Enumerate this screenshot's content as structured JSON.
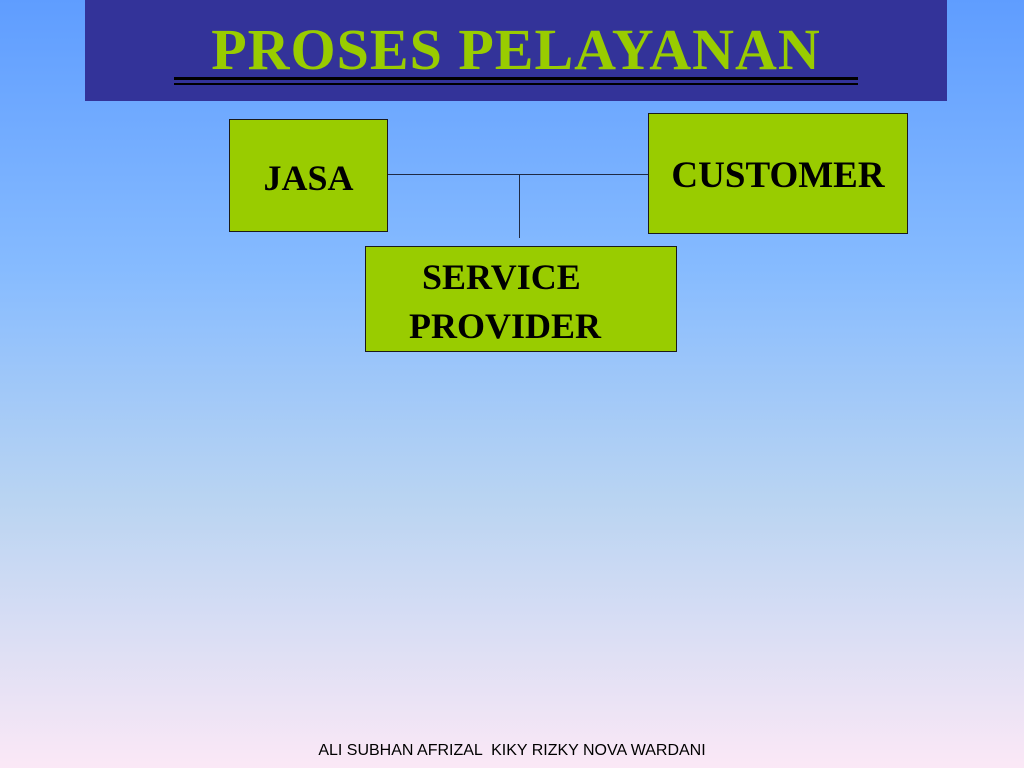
{
  "title": "PROSES PELAYANAN",
  "nodes": {
    "jasa": "JASA",
    "customer": "CUSTOMER",
    "service_provider_line1": "SERVICE",
    "service_provider_line2": "PROVIDER"
  },
  "footer": "ALI SUBHAN AFRIZAL  KIKY RIZKY NOVA WARDANI",
  "colors": {
    "title_banner": "#333399",
    "title_text": "#99cc00",
    "box_fill": "#99cc00",
    "background_top": "#5f9dff",
    "background_bottom": "#fbe8f6"
  }
}
